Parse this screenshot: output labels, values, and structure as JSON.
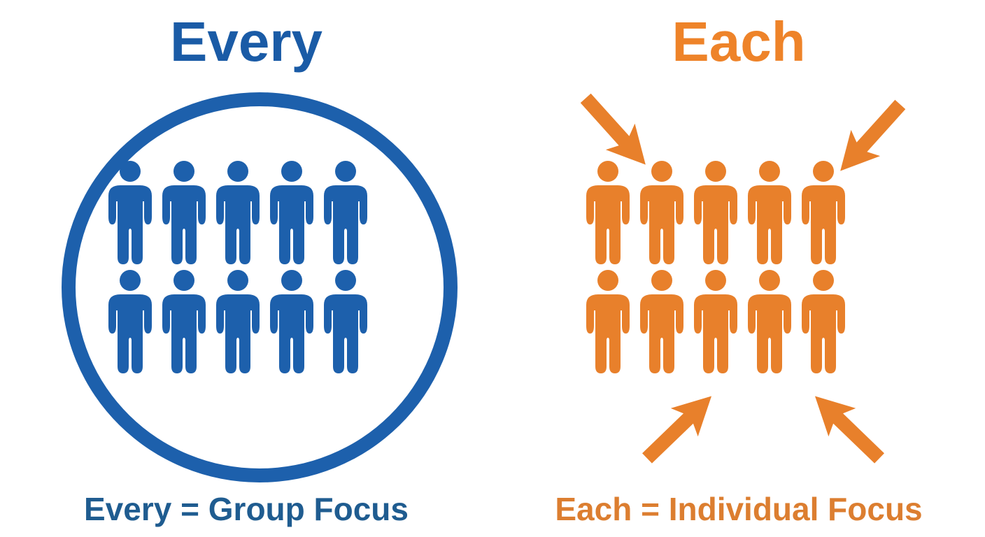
{
  "canvas": {
    "background": "#ffffff"
  },
  "left_panel": {
    "title": "Every",
    "caption": "Every = Group Focus",
    "meaning": "group focus",
    "has_group_circle": true,
    "figures": {
      "rows": 2,
      "per_row": 5,
      "total": 10
    },
    "colors": {
      "title": "#1A5BA6",
      "figure": "#1D60AC",
      "caption": "#1F5C90"
    }
  },
  "right_panel": {
    "title": "Each",
    "caption": "Each = Individual Focus",
    "meaning": "individual focus",
    "has_group_circle": false,
    "figures": {
      "rows": 2,
      "per_row": 5,
      "total": 10
    },
    "arrows": [
      {
        "name": "top-left",
        "direction": "pointing-down-right",
        "target": "top-row-figure-2"
      },
      {
        "name": "top-right",
        "direction": "pointing-down-left",
        "target": "top-row-figure-5"
      },
      {
        "name": "bottom-left",
        "direction": "pointing-up-right",
        "target": "bottom-row-figure-3"
      },
      {
        "name": "bottom-right",
        "direction": "pointing-up-left",
        "target": "bottom-row-figure-4"
      }
    ],
    "colors": {
      "title": "#EE8329",
      "figure": "#E8802B",
      "caption": "#DC7E30"
    }
  }
}
